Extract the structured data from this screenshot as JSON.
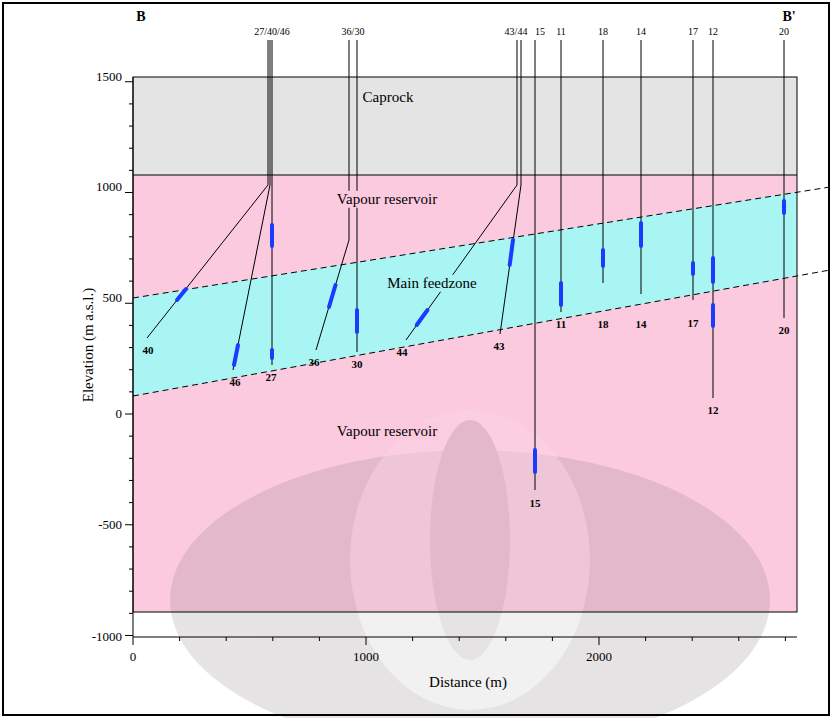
{
  "diagram": {
    "nodes": [
      {
        "text": [
          "Caprock"
        ]
      },
      {
        "text": [
          "Vapour reservoir",
          "Vapour reservoir"
        ]
      },
      {
        "text": [
          "Main feedzone"
        ],
        "in": 1
      }
    ],
    "labels": [
      "B",
      "B'",
      "1500",
      "1000",
      "500",
      "0",
      "-500",
      "-1000",
      "0",
      "1000",
      "2000",
      "Elevation (m a.s.l.)",
      "Distance (m)",
      "27/40/46",
      "36/30",
      "43/44",
      "15",
      "11",
      "18",
      "14",
      "17",
      "12",
      "20",
      "40",
      "46",
      "27",
      "36",
      "30",
      "44",
      "43",
      "11",
      "18",
      "14",
      "17",
      "12",
      "20",
      "15"
    ]
  }
}
